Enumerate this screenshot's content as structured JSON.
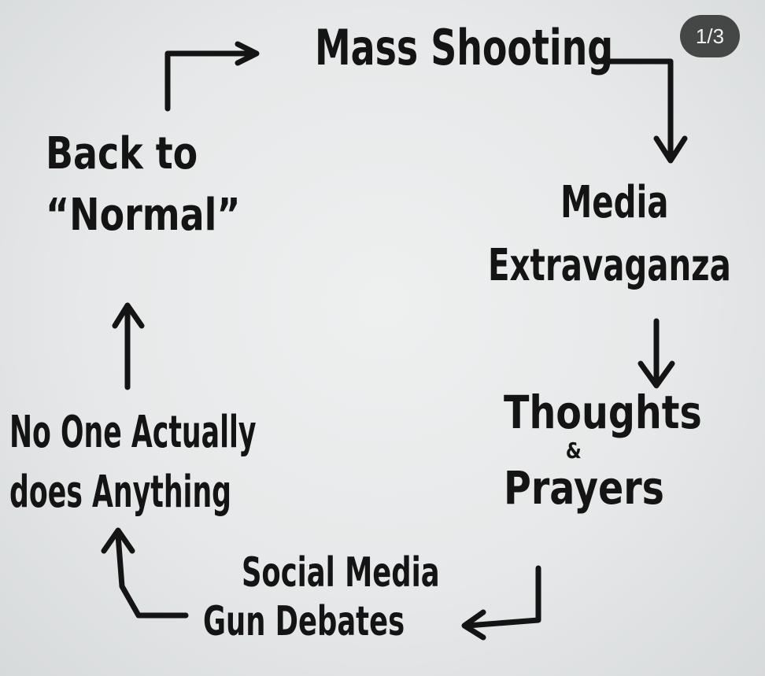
{
  "cycle": {
    "mass_shooting": "Mass Shooting",
    "media_line1": "Media",
    "media_line2": "Extravaganza",
    "thoughts_line1": "Thoughts",
    "thoughts_amp": "&",
    "thoughts_line2": "Prayers",
    "social_line1": "Social Media",
    "social_line2": "Gun Debates",
    "noone_line1": "No One Actually",
    "noone_line2": "does Anything",
    "back_line1": "Back to",
    "back_line2": "“Normal”"
  },
  "page_counter": "1/3"
}
